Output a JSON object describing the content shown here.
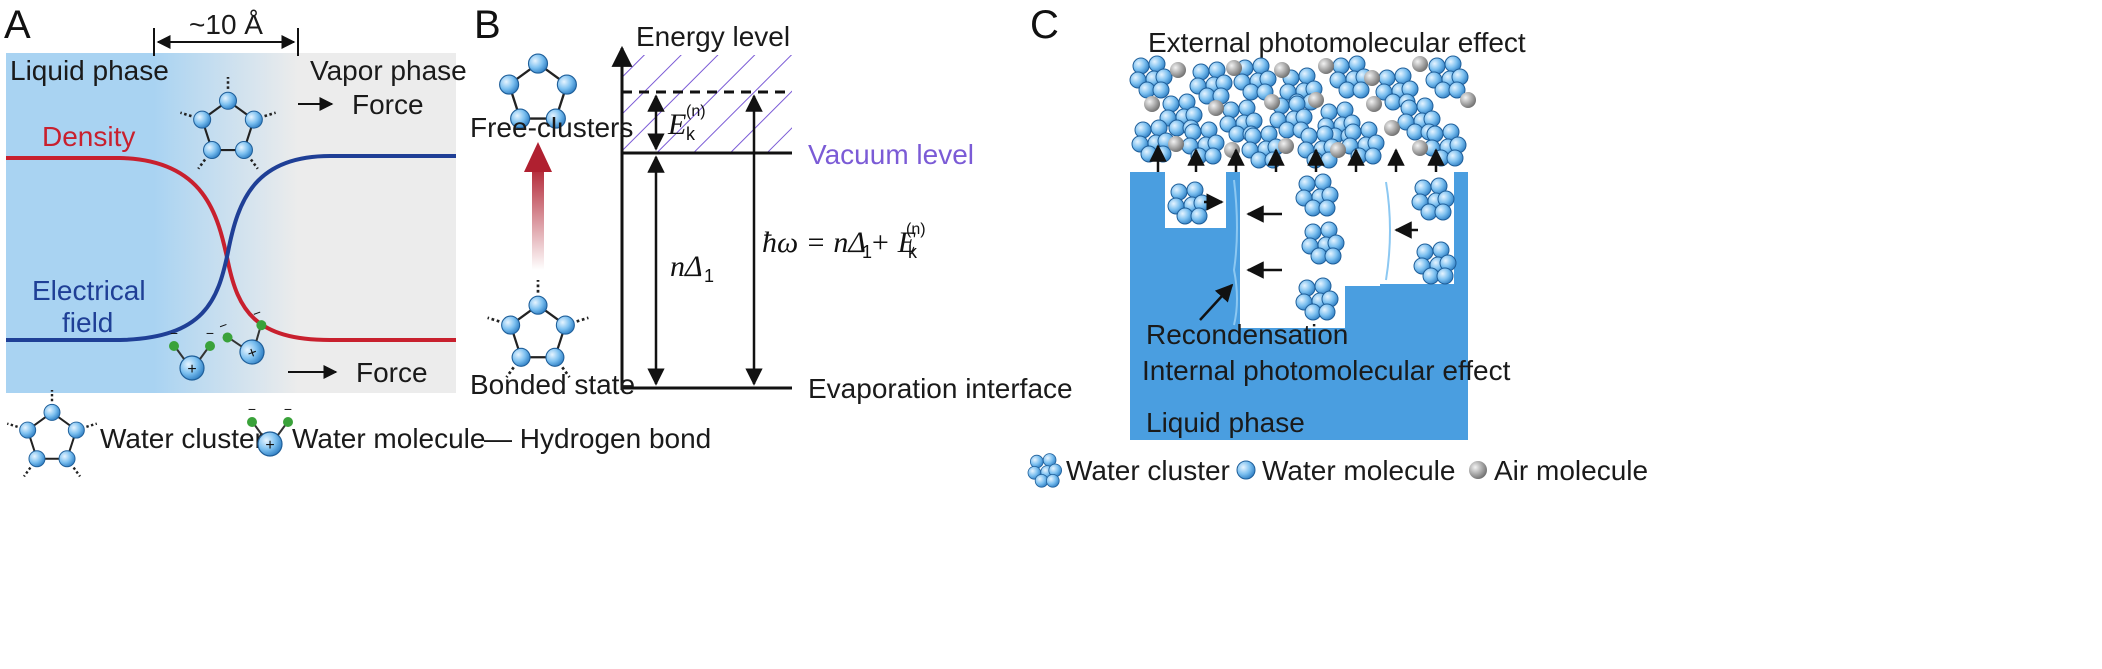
{
  "panel_a": {
    "letter": "A",
    "width_label": "~10 Å",
    "liquid_label": "Liquid phase",
    "vapor_label": "Vapor phase",
    "density_label": "Density",
    "efield_label_1": "Electrical",
    "efield_label_2": "field",
    "force_top": "Force",
    "force_bottom": "Force",
    "density_color": "#c8202e",
    "efield_color": "#1f3f96",
    "liquid_color": "#a9d3f2"
  },
  "legend_a": {
    "cluster": "Water cluster",
    "molecule": "Water molecule",
    "hbond": "— Hydrogen bond"
  },
  "panel_b": {
    "letter": "B",
    "energy_level": "Energy level",
    "free_clusters": "Free-clusters",
    "bonded_state": "Bonded state",
    "vacuum_level": "Vacuum level",
    "evaporation_interface": "Evaporation interface",
    "ek_sym": "E",
    "ek_sub": "k",
    "ek_sup": "(n)",
    "n_delta": "nΔ",
    "n_delta_sub": "1",
    "hw_left": "ħω = nΔ",
    "hw_sub1": "1",
    "hw_plus": " + E",
    "hw_sub2": "k",
    "hw_sup": "(n)",
    "vacuum_color": "#7b5bd6"
  },
  "panel_c": {
    "letter": "C",
    "external": "External photomolecular effect",
    "recondensation": "Recondensation",
    "internal": "Internal photomolecular effect",
    "liquid": "Liquid phase",
    "water_color": "#4a9ee0"
  },
  "legend_c": {
    "cluster": "Water cluster",
    "molecule": "Water molecule",
    "air": "Air molecule"
  }
}
